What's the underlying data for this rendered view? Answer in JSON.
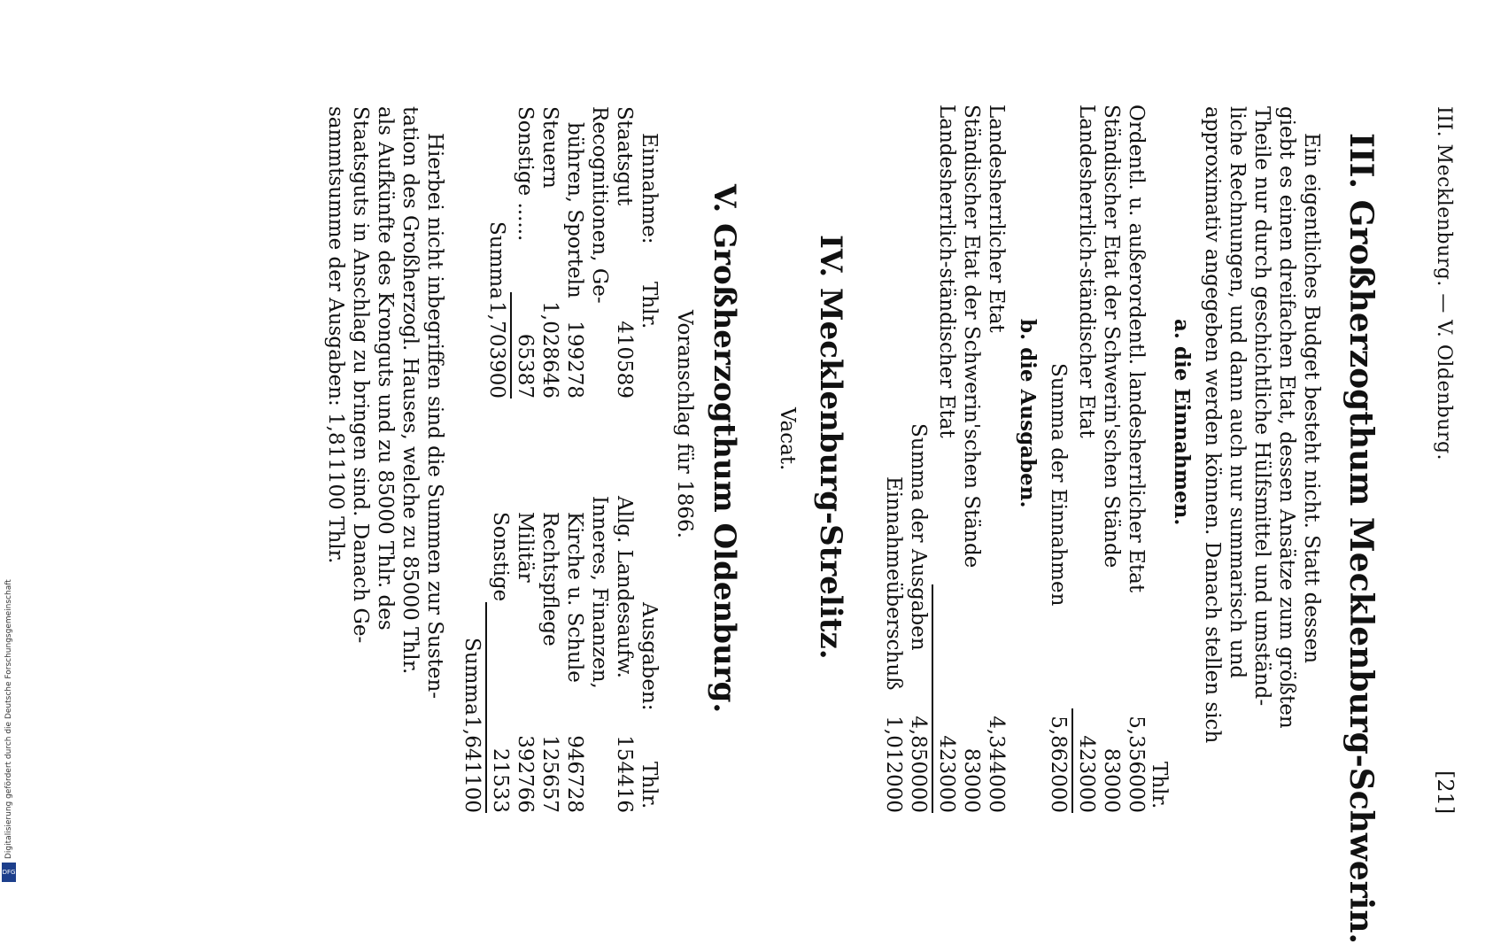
{
  "running_head": "III. Mecklenburg. — V. Oldenburg.",
  "page_number": "[21]",
  "section3": {
    "title": "III. Großherzogthum Mecklenburg-Schwerin.",
    "paragraph_lines": [
      "Ein eigentliches Budget besteht nicht. Statt dessen",
      "giebt es einen dreifachen Etat, dessen Ansätze zum größten",
      "Theile nur durch geschichtliche Hülfsmittel und umständ-",
      "liche Rechnungen, und dann auch nur summarisch und",
      "approximativ angegeben werden können. Danach stellen sich"
    ],
    "income_heading": "a. die Einnahmen.",
    "unit": "Thlr.",
    "income_rows": [
      {
        "label": "Ordentl. u. außerordentl. landesherrlicher Etat",
        "value": "5,356000"
      },
      {
        "label": "Ständischer Etat der Schwerin'schen Stände",
        "value": "83000"
      },
      {
        "label": "Landesherrlich-ständischer Etat",
        "value": "423000"
      }
    ],
    "income_sum_label": "Summa der Einnahmen",
    "income_sum_value": "5,862000",
    "expense_heading": "b. die Ausgaben.",
    "expense_rows": [
      {
        "label": "Landesherrlicher Etat",
        "value": "4,344000"
      },
      {
        "label": "Ständischer Etat der Schwerin'schen Stände",
        "value": "83000"
      },
      {
        "label": "Landesherrlich-ständischer Etat",
        "value": "423000"
      }
    ],
    "expense_sum_label": "Summa der Ausgaben",
    "expense_sum_value": "4,850000",
    "surplus_label": "Einnahmeüberschuß",
    "surplus_value": "1,012000"
  },
  "section4": {
    "title": "IV. Mecklenburg-Strelitz.",
    "vacat": "Vacat."
  },
  "section5": {
    "title": "V. Großherzogthum Oldenburg.",
    "subtitle": "Voranschlag für 1866.",
    "income_header": "Einnahme:",
    "expense_header": "Ausgaben:",
    "unit": "Thlr.",
    "income_rows": [
      {
        "label": "Staatsgut",
        "value": "410589"
      },
      {
        "label": "Recognitionen, Ge-",
        "value": ""
      },
      {
        "label": "bühren, Sporteln",
        "value": "199278"
      },
      {
        "label": "Steuern",
        "value": "1,028646"
      },
      {
        "label": "Sonstige ......",
        "value": "65387"
      }
    ],
    "income_sum_label": "Summa",
    "income_sum_value": "1,703900",
    "expense_rows": [
      {
        "label": "Allg. Landesaufw.",
        "value": "154416"
      },
      {
        "label": "Inneres, Finanzen,",
        "value": ""
      },
      {
        "label": "Kirche u. Schule",
        "value": "946728"
      },
      {
        "label": "Rechtspflege",
        "value": "125657"
      },
      {
        "label": "Militär",
        "value": "392766"
      },
      {
        "label": "Sonstige",
        "value": "21533"
      }
    ],
    "expense_sum_label": "Summa",
    "expense_sum_value": "1,641100",
    "paragraph_lines": [
      "Hierbei nicht inbegriffen sind die Summen zur Susten-",
      "tation des Großherzogl. Hauses, welche zu 85000 Thlr.",
      "als Aufkünfte des Kronguts und zu 85000 Thlr. des",
      "Staatsguts in Anschlag zu bringen sind. Danach Ge-",
      "sammtsumme der Ausgaben: 1,811100 Thlr."
    ]
  },
  "footer": {
    "funding_note": "Digitalisierung gefördert durch die Deutsche Forschungsgemeinschaft",
    "logo": "DFG"
  }
}
